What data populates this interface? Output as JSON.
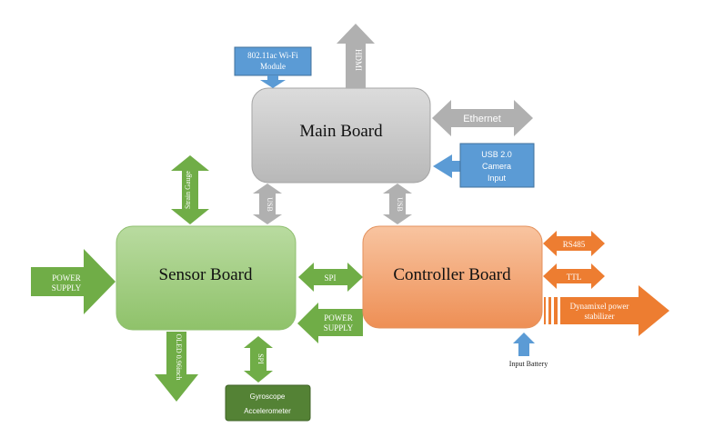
{
  "boards": {
    "main": "Main Board",
    "sensor": "Sensor Board",
    "controller": "Controller Board"
  },
  "labels": {
    "wifi_line1": "802.11ac Wi-Fi",
    "wifi_line2": "Module",
    "hdmi": "HDMI",
    "ethernet": "Ethernet",
    "camera_line1": "USB 2.0",
    "camera_line2": "Camera",
    "camera_line3": "Input",
    "usb_left": "USB",
    "usb_right": "USB",
    "strain_gauge": "Strain Gauge",
    "power_supply_left_line1": "POWER",
    "power_supply_left_line2": "SUPPLY",
    "spi_horizontal": "SPI",
    "power_supply_mid_line1": "POWER",
    "power_supply_mid_line2": "SUPPLY",
    "oled": "OLED 0.96inch",
    "spi_vertical": "SPI",
    "gyro_line1": "Gyroscope",
    "gyro_line2": "Accelerometer",
    "rs485": "RS485",
    "ttl": "TTL",
    "dynamixel_line1": "Dynamixel power",
    "dynamixel_line2": "stabilizer",
    "input_battery": "Input Battery"
  },
  "colors": {
    "gray_fill": "#c7c7c7",
    "gray_dark": "#a9a9a9",
    "green_light": "#a9d18e",
    "green_dark": "#70ad47",
    "green_accent": "#5e9a3a",
    "orange_light": "#f4b183",
    "orange_dark": "#ed7d31",
    "blue": "#5b9bd5"
  }
}
